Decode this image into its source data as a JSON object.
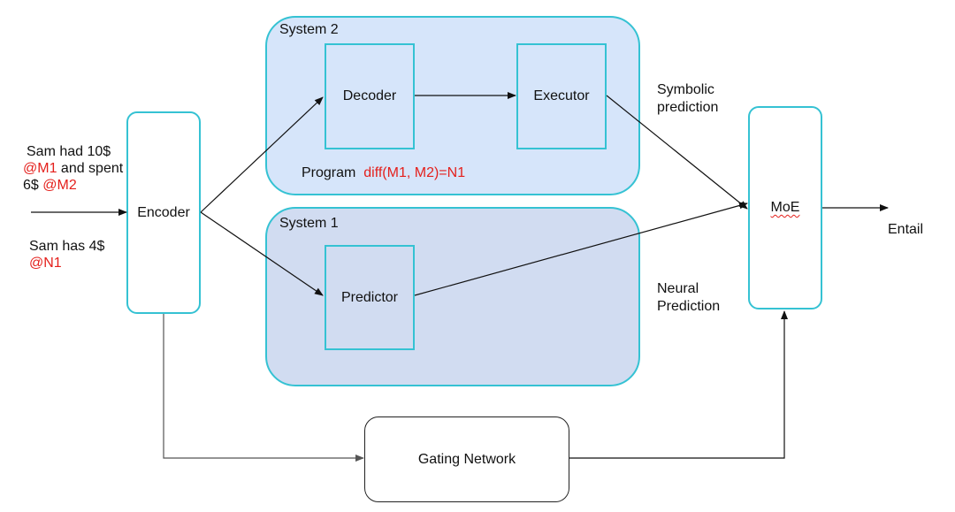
{
  "colors": {
    "accent_border": "#35c2d3",
    "system2_fill": "#d6e5fa",
    "system1_fill": "#d1dcf1",
    "highlight_red": "#e4201c",
    "gating_border": "#222222"
  },
  "input": {
    "premise_line1": "Sam had 10$",
    "premise_tag1": "@M1",
    "premise_line2_rest": " and spent",
    "premise_line3": "6$ ",
    "premise_tag2": "@M2",
    "hypothesis_line1": "Sam has 4$",
    "hypothesis_tag": "@N1"
  },
  "system2": {
    "title": "System 2",
    "decoder": "Decoder",
    "executor": "Executor",
    "program_label": "Program",
    "program_value": "diff(M1, M2)=N1"
  },
  "system1": {
    "title": "System 1",
    "predictor": "Predictor"
  },
  "encoder": "Encoder",
  "moe": "MoE",
  "gating": "Gating Network",
  "symbolic_prediction": [
    "Symbolic",
    "prediction"
  ],
  "neural_prediction": [
    "Neural",
    "Prediction"
  ],
  "output": "Entail"
}
